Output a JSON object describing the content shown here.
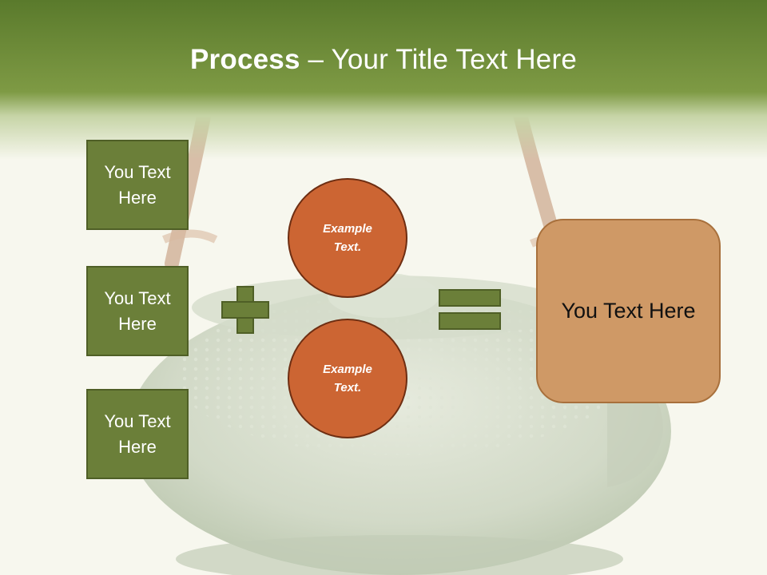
{
  "title": {
    "bold": "Process",
    "rest": " – Your Title Text Here"
  },
  "left_boxes": [
    {
      "label": "You Text Here"
    },
    {
      "label": "You Text Here"
    },
    {
      "label": "You Text Here"
    }
  ],
  "circles": [
    {
      "label": "Example Text."
    },
    {
      "label": "Example Text."
    }
  ],
  "result": {
    "label": "You Text Here"
  },
  "colors": {
    "header_green": "#7e9a44",
    "box_green": "#6b7f39",
    "circle_orange": "#cc6533",
    "result_tan": "#cf9966"
  }
}
